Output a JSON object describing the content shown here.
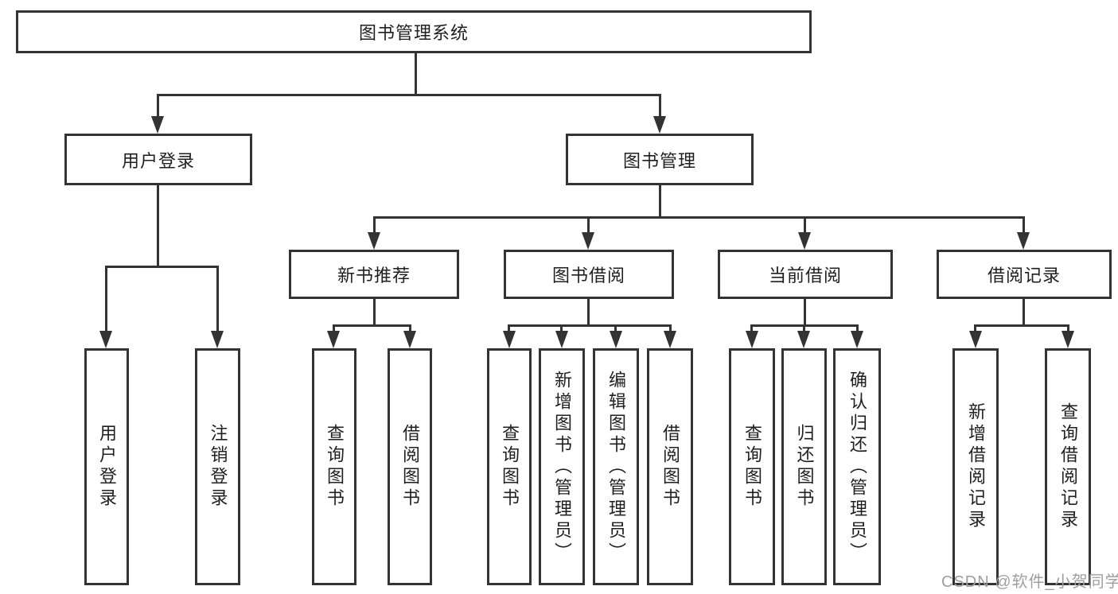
{
  "tree": {
    "root": {
      "label": "图书管理系统"
    },
    "children": [
      {
        "label": "用户登录",
        "children": [
          {
            "label": "用户登录"
          },
          {
            "label": "注销登录"
          }
        ]
      },
      {
        "label": "图书管理",
        "children": [
          {
            "label": "新书推荐",
            "children": [
              {
                "label": "查询图书"
              },
              {
                "label": "借阅图书"
              }
            ]
          },
          {
            "label": "图书借阅",
            "children": [
              {
                "label": "查询图书"
              },
              {
                "label": "新增图书（管理员）"
              },
              {
                "label": "编辑图书（管理员）"
              },
              {
                "label": "借阅图书"
              }
            ]
          },
          {
            "label": "当前借阅",
            "children": [
              {
                "label": "查询图书"
              },
              {
                "label": "归还图书"
              },
              {
                "label": "确认归还（管理员）"
              }
            ]
          },
          {
            "label": "借阅记录",
            "children": [
              {
                "label": "新增借阅记录"
              },
              {
                "label": "查询借阅记录"
              }
            ]
          }
        ]
      }
    ]
  },
  "watermark": {
    "text": "CSDN @软件_小贺同学"
  },
  "colors": {
    "line": "#333333",
    "text": "#1f1f1f",
    "watermark": "#9e9e9e",
    "background": "#ffffff"
  }
}
